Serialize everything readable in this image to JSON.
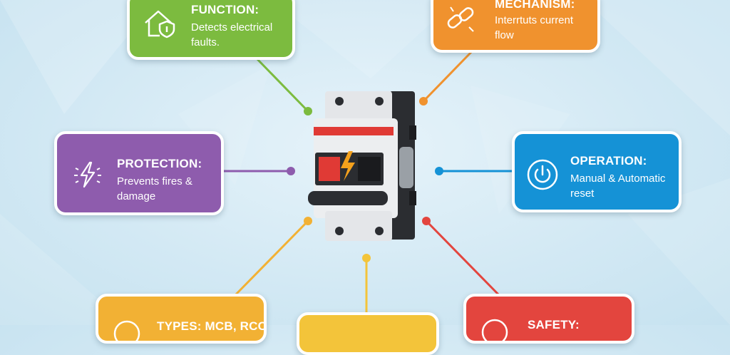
{
  "cards": {
    "function": {
      "title": "FUNCTION:",
      "line1": "Detects electrical",
      "line2": "faults.",
      "color": "#7cbb3f",
      "icon": "house-shield-icon"
    },
    "mechanism": {
      "title": "MECHANISM:",
      "line1": "Interrtuts current",
      "line2": "flow",
      "color": "#f0922e",
      "icon": "broken-chain-icon"
    },
    "protection": {
      "title": "PROTECTION:",
      "line1": "Prevents fires &",
      "line2": "damage",
      "color": "#8e5cad",
      "icon": "lightning-burst-icon"
    },
    "operation": {
      "title": "OPERATION:",
      "line1": "Manual & Automatic",
      "line2": "reset",
      "color": "#1592d6",
      "icon": "power-icon"
    },
    "types": {
      "title": "TYPES: MCB, RCCB",
      "color": "#f2b134",
      "icon": "circle-icon"
    },
    "center_bottom": {
      "color": "#f3c43a"
    },
    "safety": {
      "title": "SAFETY:",
      "color": "#e3453e",
      "icon": "circle-icon"
    }
  },
  "colors": {
    "breaker_body": "#e9ebee",
    "breaker_dark": "#2b2d31",
    "breaker_red": "#e03a35",
    "bolt": "#f4a11c"
  }
}
